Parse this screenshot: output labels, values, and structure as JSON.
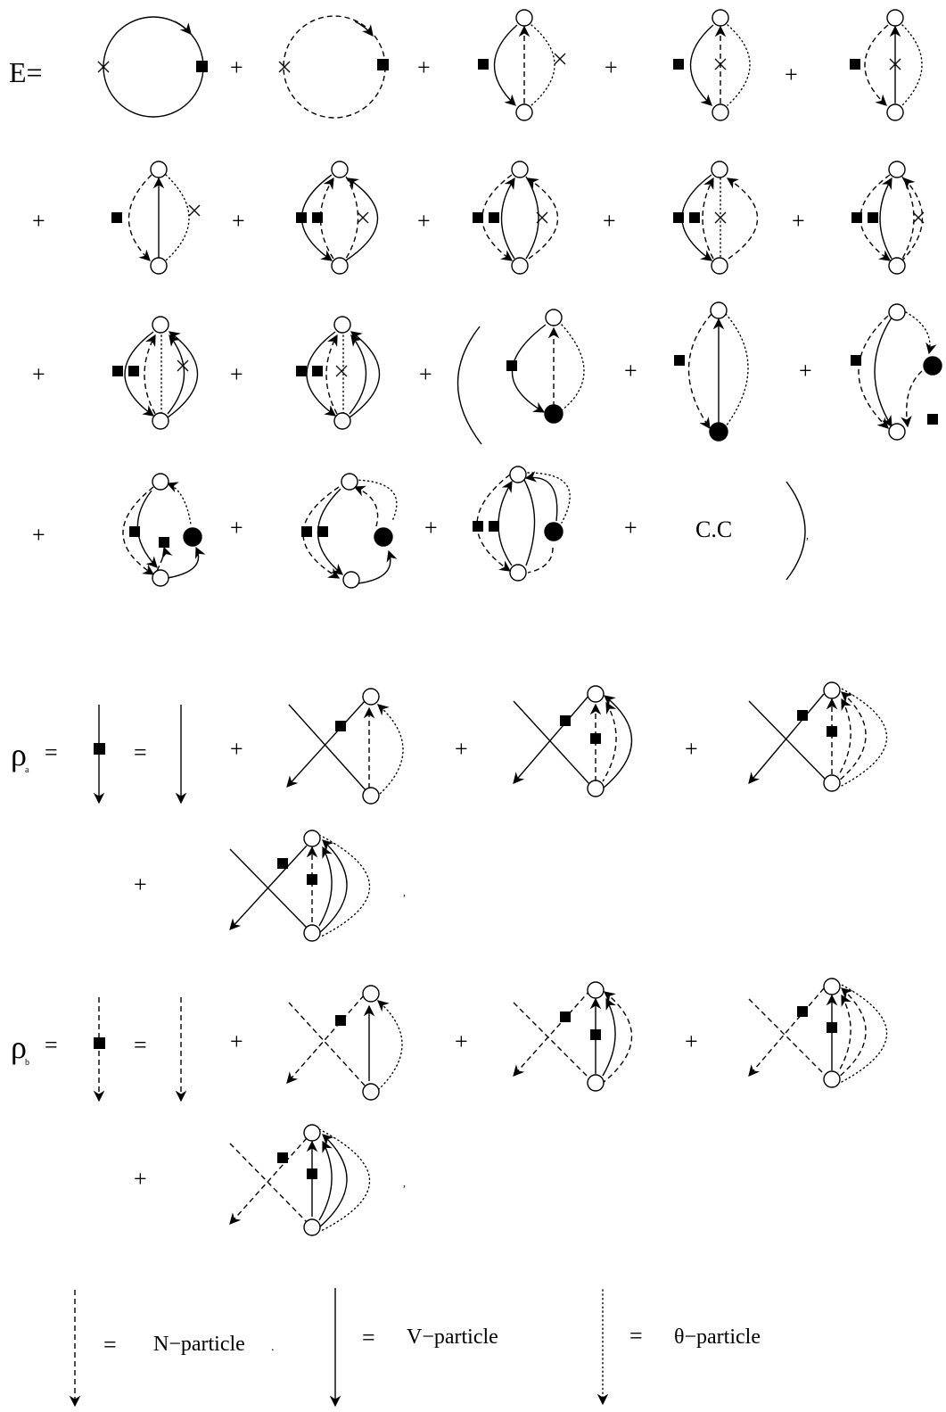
{
  "energy_label": "E=",
  "plus": "+",
  "equals": "=",
  "rho_symbol": "ρ",
  "rho_a_sub": "a",
  "rho_b_sub": "b",
  "cc_label": "C.C",
  "comma": ",",
  "period": ".",
  "legend": {
    "n_particle": "N−particle",
    "v_particle": "V−particle",
    "theta_particle": "θ−particle"
  }
}
